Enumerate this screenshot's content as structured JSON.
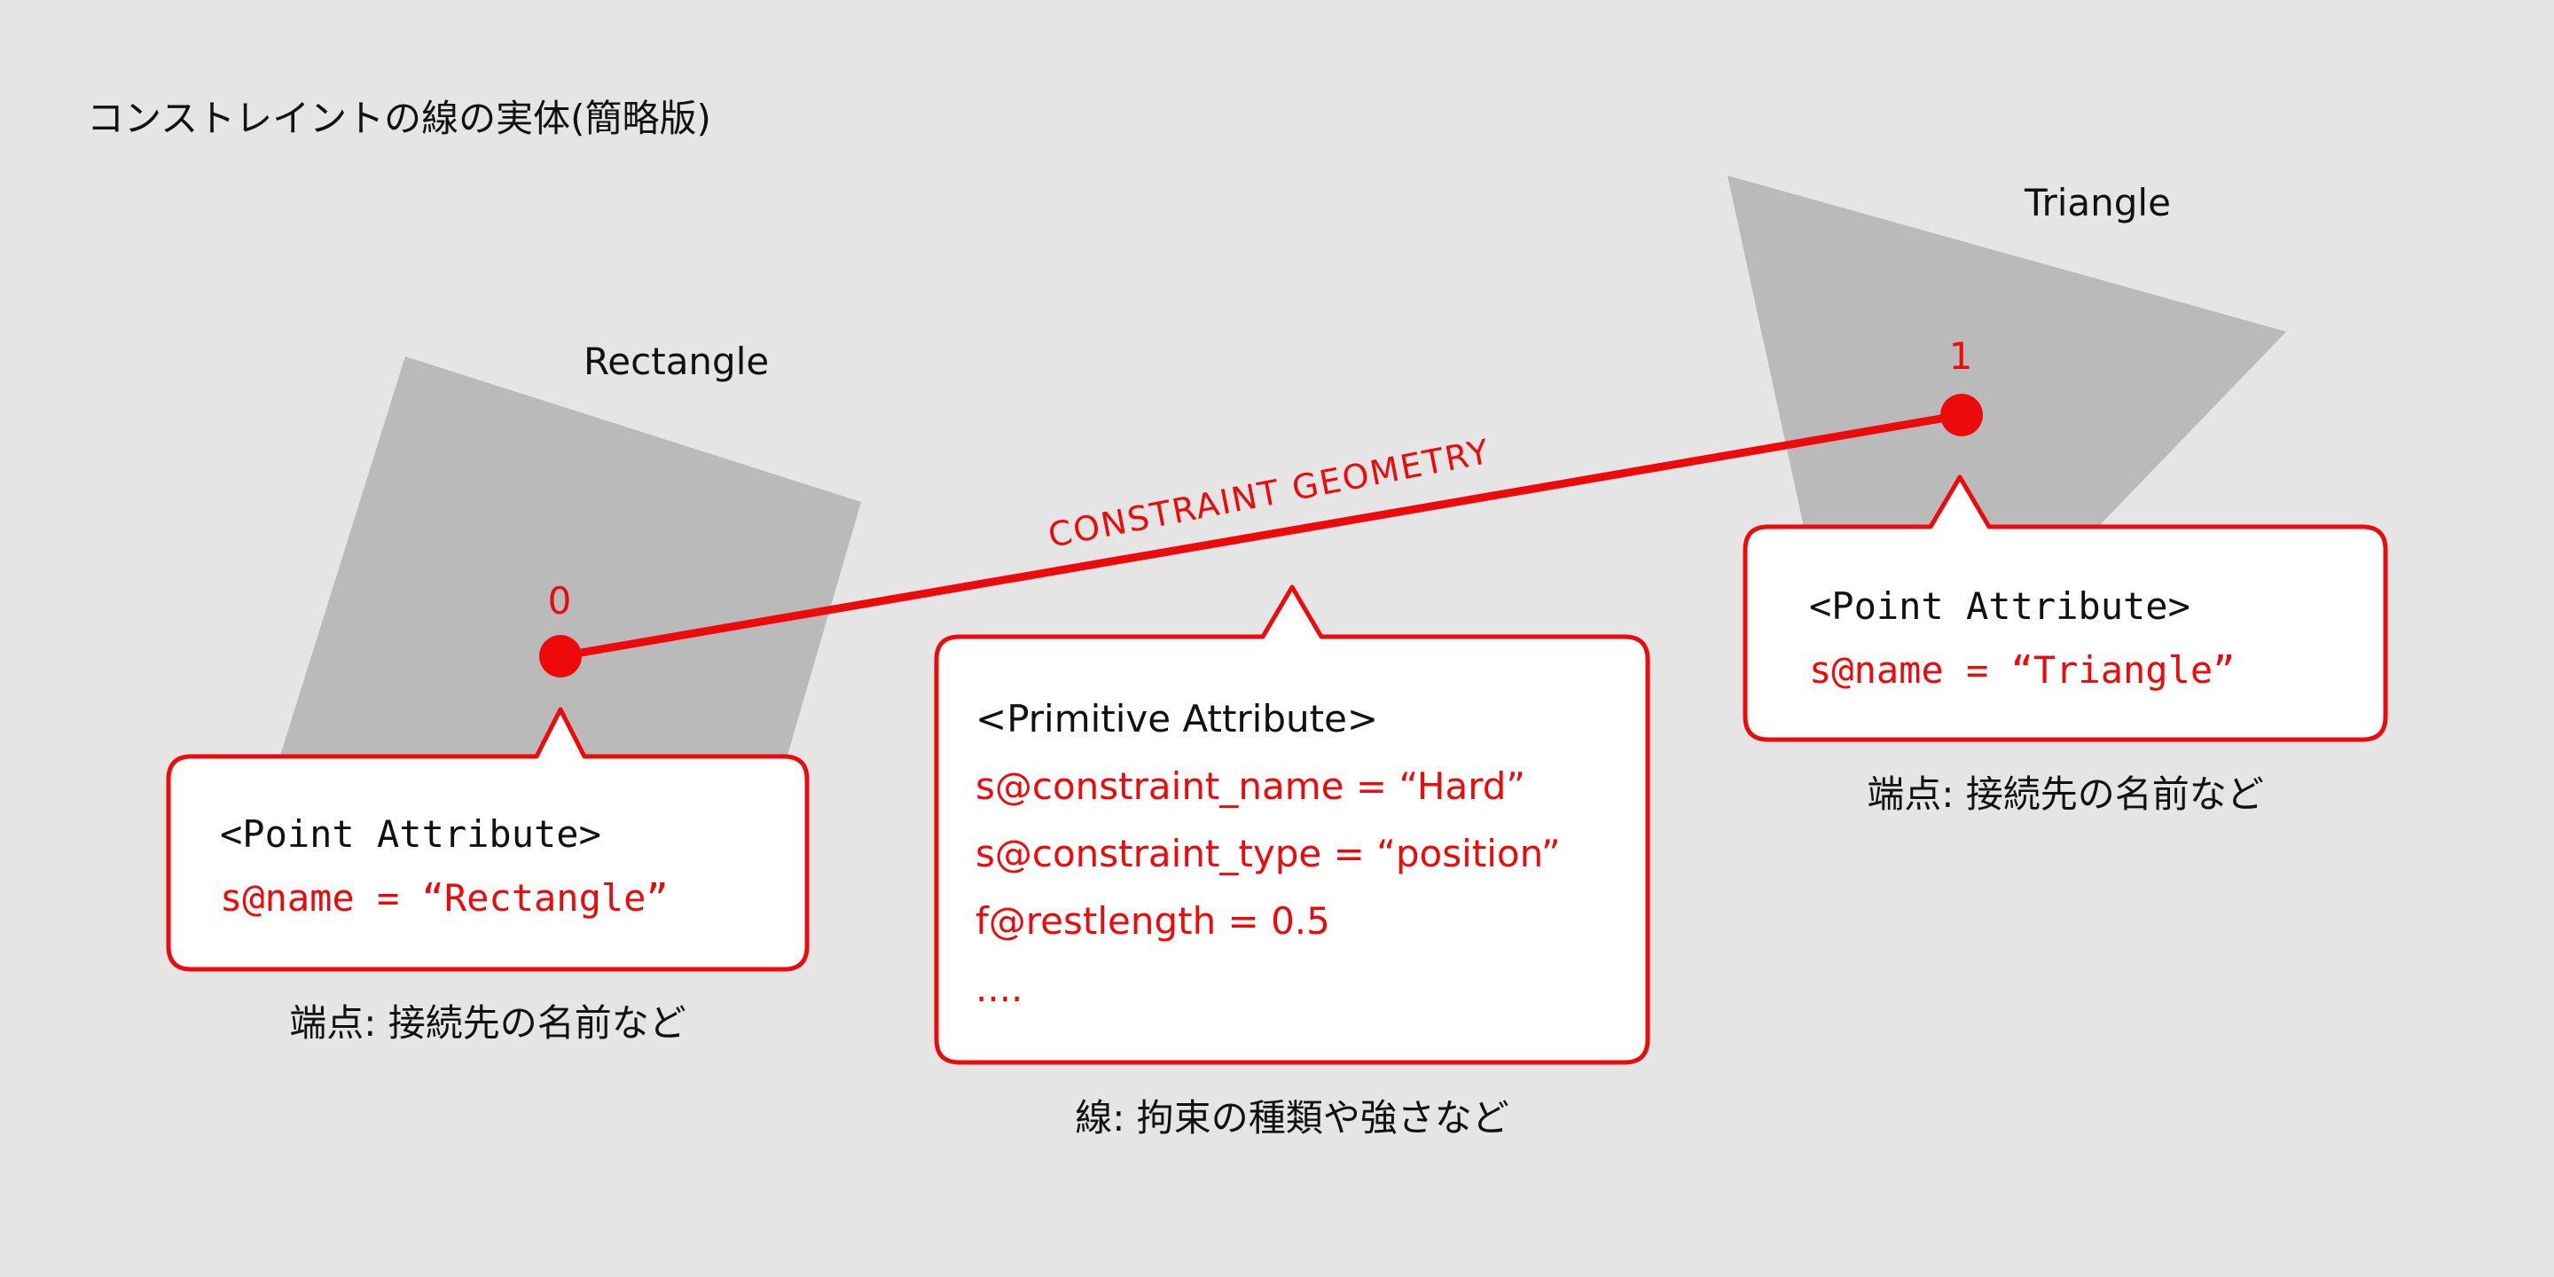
{
  "title": "コンストレイントの線の実体(簡略版)",
  "shapes": {
    "rectangle_label": "Rectangle",
    "triangle_label": "Triangle"
  },
  "constraint": {
    "line_label": "CONSTRAINT GEOMETRY",
    "point0_index": "0",
    "point1_index": "1"
  },
  "callout_point0": {
    "header": "<Point Attribute>",
    "attr": "s@name = “Rectangle”",
    "caption": "端点: 接続先の名前など"
  },
  "callout_primitive": {
    "header": "<Primitive Attribute>",
    "attrs": [
      "s@constraint_name = “Hard”",
      "s@constraint_type = “position”",
      "f@restlength = 0.5",
      "...."
    ],
    "caption": "線: 拘束の種類や強さなど"
  },
  "callout_point1": {
    "header": "<Point Attribute>",
    "attr": "s@name = “Triangle”",
    "caption": "端点: 接続先の名前など"
  },
  "colors": {
    "background": "#e5e5e5",
    "shape_fill": "#bababa",
    "accent": "#ee0a0a",
    "text": "#111111",
    "callout_fill": "#ffffff"
  }
}
